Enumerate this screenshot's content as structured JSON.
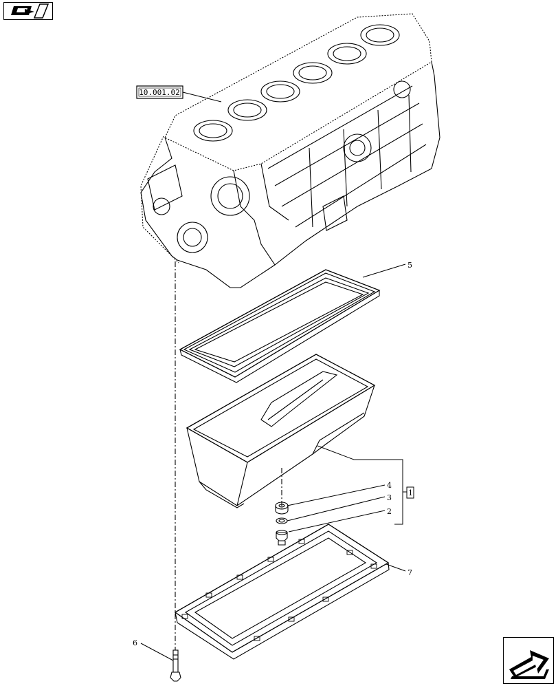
{
  "reference_box": "10.001.02",
  "callouts": {
    "gasket": "5",
    "plug_4": "4",
    "washer_3": "3",
    "plug_2": "2",
    "kit_1": "1",
    "frame_7": "7",
    "bolt_6": "6"
  },
  "icons": {
    "top_left": "book-pointer-icon",
    "bottom_right": "next-page-arrow-icon"
  }
}
